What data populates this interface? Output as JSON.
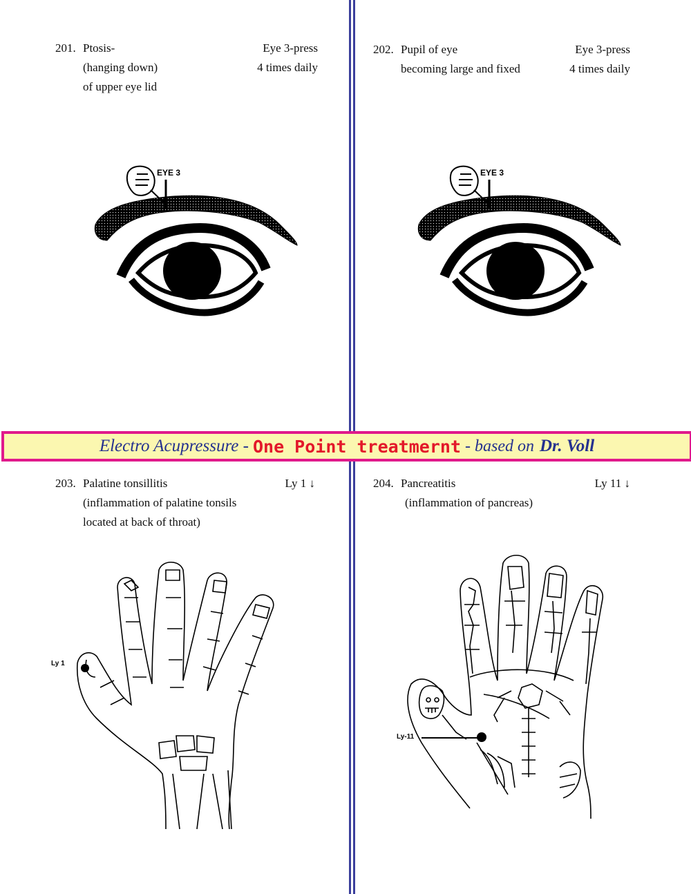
{
  "banner": {
    "part1": "Electro Acupressure -",
    "part2": "One Point treatmernt",
    "part3": "- based on",
    "part4": "Dr. Voll"
  },
  "entries": [
    {
      "number": "201.",
      "condition_lines": [
        "Ptosis-",
        "(hanging down)",
        "of upper eye lid"
      ],
      "treatment_lines": [
        "Eye 3-press",
        "4 times daily"
      ],
      "point_label": "EYE 3"
    },
    {
      "number": "202.",
      "condition_lines": [
        "Pupil of eye",
        "becoming large and fixed"
      ],
      "treatment_lines": [
        "Eye 3-press",
        "4 times daily"
      ],
      "point_label": "EYE 3"
    },
    {
      "number": "203.",
      "condition_lines": [
        "Palatine tonsillitis",
        "(inflammation of palatine tonsils",
        "located at back of throat)"
      ],
      "treatment_lines": [
        "Ly 1 ↓"
      ],
      "point_label": "Ly 1"
    },
    {
      "number": "204.",
      "condition_lines": [
        "Pancreatitis",
        "(inflammation of pancreas)"
      ],
      "treatment_lines": [
        "Ly 11 ↓"
      ],
      "point_label": "Ly-11"
    }
  ]
}
